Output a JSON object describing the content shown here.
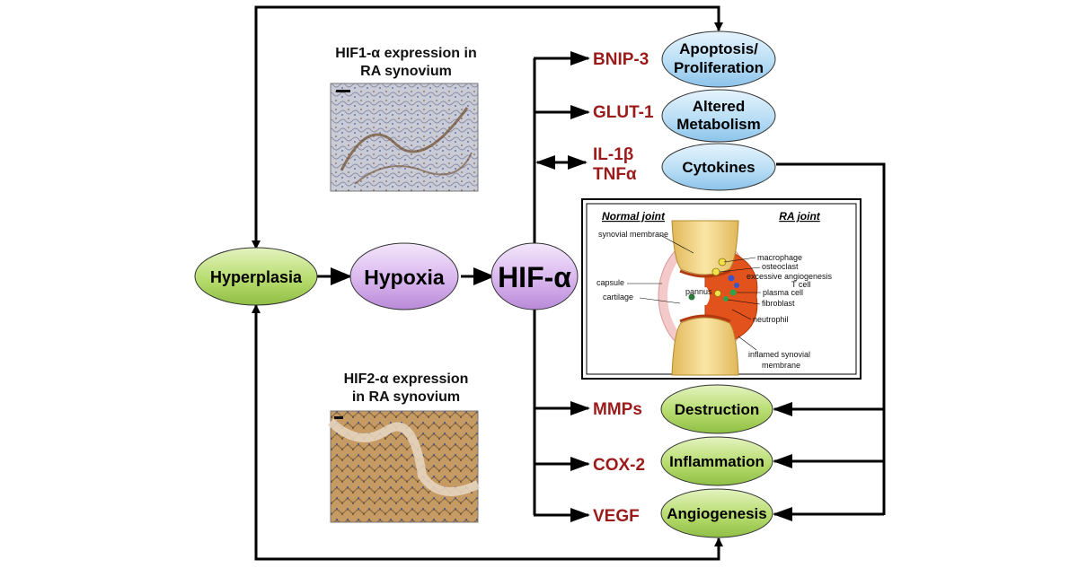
{
  "nodes": {
    "hyperplasia": "Hyperplasia",
    "hypoxia": "Hypoxia",
    "hif": "HIF-α",
    "apoptosis": [
      "Apoptosis/",
      "Proliferation"
    ],
    "metabolism": [
      "Altered",
      "Metabolism"
    ],
    "cytokines": "Cytokines",
    "destruction": "Destruction",
    "inflammation": "Inflammation",
    "angiogenesis": "Angiogenesis"
  },
  "mediators": {
    "bnip3": "BNIP-3",
    "glut1": "GLUT-1",
    "il1b": "IL-1β",
    "tnfa": "TNFα",
    "mmps": "MMPs",
    "cox2": "COX-2",
    "vegf": "VEGF"
  },
  "captions": {
    "hif1": [
      "HIF1-α expression in",
      "RA synovium"
    ],
    "hif2": [
      "HIF2-α expression",
      "in RA synovium"
    ]
  },
  "inset": {
    "normal_joint": "Normal joint",
    "ra_joint": "RA joint",
    "left_labels": [
      "synovial membrane",
      "capsule",
      "cartilage",
      "pannus"
    ],
    "right_labels": [
      "macrophage",
      "osteoclast",
      "excessive angiogenesis",
      "T cell",
      "plasma cell",
      "fibroblast",
      "neutrophil",
      "inflamed synovial",
      "membrane"
    ]
  },
  "colors": {
    "green_fill": "#b7dc6e",
    "purple_fill": "#d9b6ee",
    "blue_fill": "#b9def5",
    "mediator_text": "#9b1b1b"
  }
}
